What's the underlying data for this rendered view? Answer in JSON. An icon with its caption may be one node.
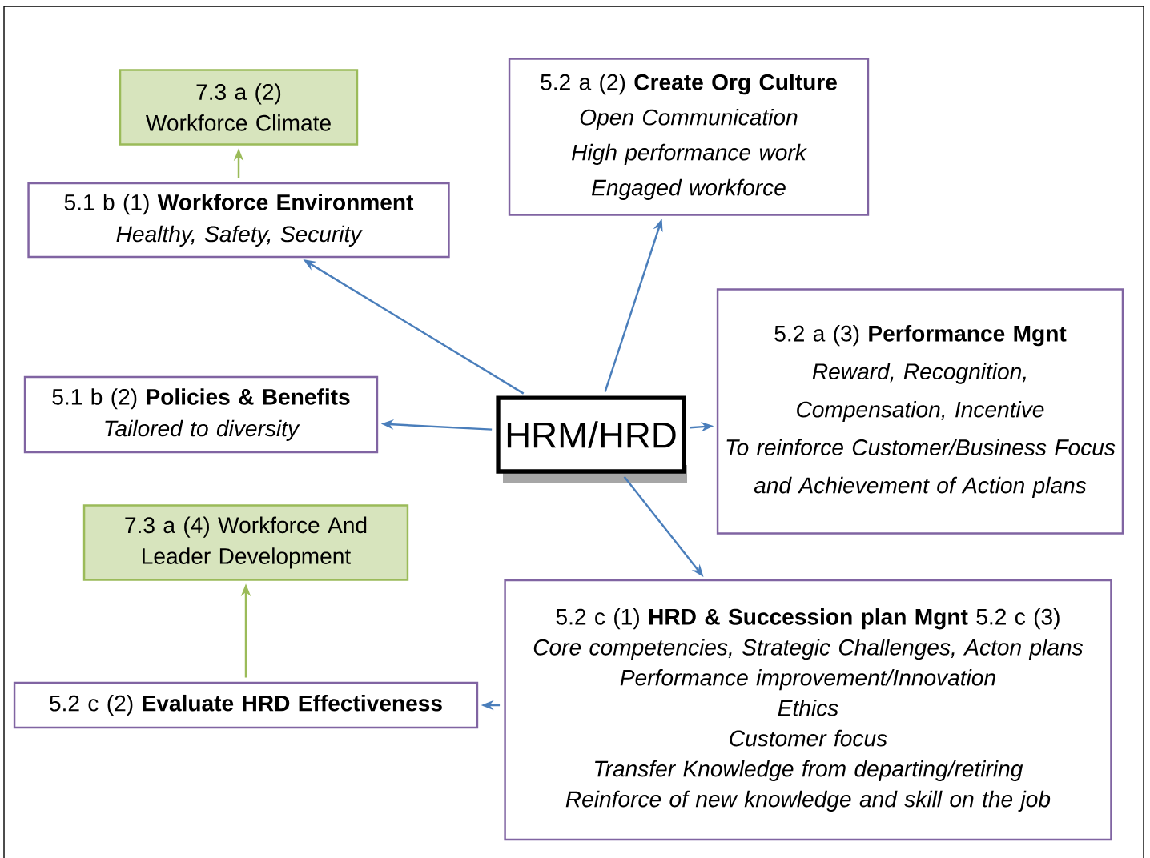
{
  "diagram": {
    "nodes": [
      {
        "text": [
          "HRM/HRD"
        ]
      },
      {
        "text": [
          "7.3 a (2) Workforce Climate"
        ]
      },
      {
        "text": [
          "5.1 b (1) **Workforce Environment**",
          "Healthy, Safety, Security"
        ]
      },
      {
        "text": [
          "5.2 a (2) **Create Org Culture**",
          "Open Communication",
          "High performance work",
          "Engaged workforce"
        ]
      },
      {
        "text": [
          "5.1 b (2) **Policies & Benefits**",
          "Tailored to diversity"
        ]
      },
      {
        "text": [
          "5.2 a (3) **Performance Mgnt**",
          "Reward, Recognition, Compensation, Incentive",
          "To reinforce Customer/Business Focus and Achievement of Action plans"
        ]
      },
      {
        "text": [
          "7.3 a (4) Workforce And Leader Development"
        ]
      },
      {
        "text": [
          "5.2 c (1) **HRD & Succession plan Mgnt** 5.2 c (3)",
          "Core competencies, Strategic Challenges, Acton plans",
          "Performance improvement/Innovation",
          "Ethics",
          "Customer focus",
          "Transfer Knowledge from departing/retiring",
          "Reinforce of new knowledge and skill on the job"
        ]
      },
      {
        "text": [
          "5.2 c (2) **Evaluate HRD Effectiveness**"
        ]
      }
    ],
    "edges": [
      {
        "from": 2,
        "to": 1,
        "arrow": "to",
        "color": "#9bbb59"
      },
      {
        "from": 0,
        "to": 2,
        "arrow": "to"
      },
      {
        "from": 0,
        "to": 3,
        "arrow": "to"
      },
      {
        "from": 0,
        "to": 4,
        "arrow": "to"
      },
      {
        "from": 0,
        "to": 5,
        "arrow": "to"
      },
      {
        "from": 0,
        "to": 7,
        "arrow": "to"
      },
      {
        "from": 7,
        "to": 8,
        "arrow": "to"
      },
      {
        "from": 8,
        "to": 6,
        "arrow": "to",
        "color": "#9bbb59"
      }
    ]
  }
}
